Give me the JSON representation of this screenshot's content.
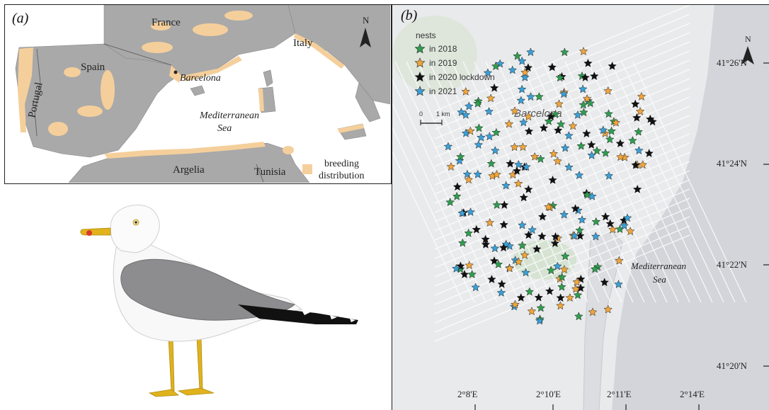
{
  "panel_a": {
    "label": "(a)",
    "places": {
      "france": "France",
      "italy": "Italy",
      "spain": "Spain",
      "portugal": "Portugal",
      "barcelona": "Barcelona",
      "med1": "Mediterranean",
      "med2": "Sea",
      "argelia": "Argelia",
      "tunisia": "Tunisia"
    },
    "north": "N",
    "legend_line1": "breeding",
    "legend_line2": "distribution"
  },
  "panel_b": {
    "label": "(b)",
    "north": "N",
    "city": "Barcelona",
    "sea_line1": "Mediterranean",
    "sea_line2": "Sea",
    "scale": {
      "start": "0",
      "end": "1 km"
    },
    "legend": {
      "title": "nests",
      "items": [
        {
          "label": "in 2018",
          "color": "#2e9e4f"
        },
        {
          "label": "in 2019",
          "color": "#f0a53a"
        },
        {
          "label": "in 2020 lockdown",
          "color": "#111111"
        },
        {
          "label": "in 2021",
          "color": "#3a9fd6"
        }
      ]
    },
    "lat_labels": [
      "41°26'N",
      "41°24'N",
      "41°22'N",
      "41°20'N"
    ],
    "lon_labels": [
      "2°8'E",
      "2°10'E",
      "2°11'E",
      "2°14'E"
    ]
  },
  "colors": {
    "land": "#a9a9a9",
    "sea": "#ffffff",
    "breeding": "#f5cf9b",
    "city_bg": "#e9eaec",
    "sea_b": "#d3d5da",
    "park": "#c9dec3"
  }
}
